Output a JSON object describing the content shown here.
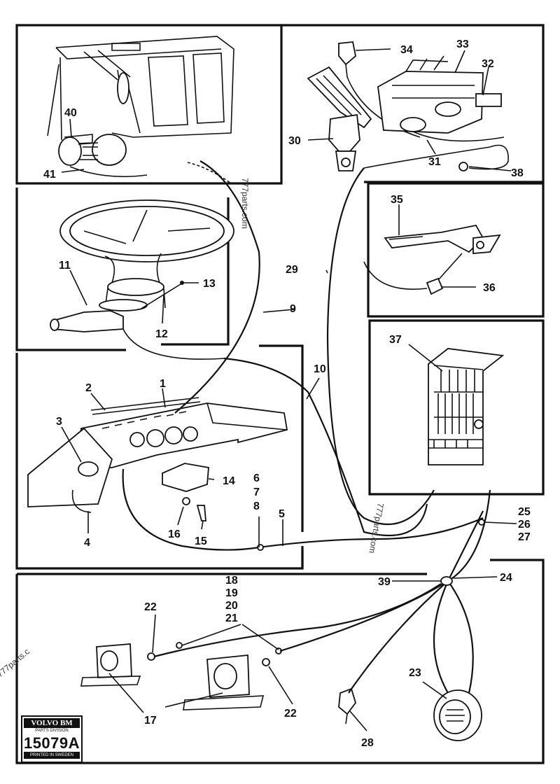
{
  "diagram": {
    "callouts": [
      "1",
      "2",
      "3",
      "4",
      "5",
      "6",
      "7",
      "8",
      "9",
      "10",
      "11",
      "12",
      "13",
      "14",
      "15",
      "16",
      "17",
      "18",
      "19",
      "20",
      "21",
      "22",
      "22",
      "23",
      "24",
      "25",
      "26",
      "27",
      "28",
      "29",
      "30",
      "31",
      "32",
      "33",
      "34",
      "35",
      "36",
      "37",
      "38",
      "39",
      "40",
      "41"
    ],
    "watermarks": [
      "777parts.com",
      "777parts.com",
      "777parts.c"
    ]
  },
  "label_plate": {
    "brand": "VOLVO BM",
    "division": "PARTS DIVISION",
    "number": "15079A",
    "printed": "PRINTED IN SWEDEN"
  }
}
